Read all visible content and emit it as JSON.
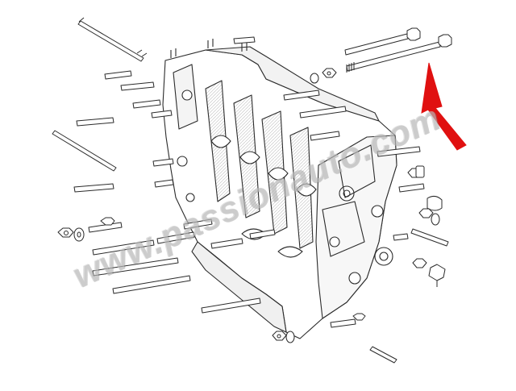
{
  "watermark": {
    "text": "www.passionauto.com"
  },
  "colors": {
    "line": "#2b2b2b",
    "fill": "#ffffff",
    "shade": "#e9e9e9",
    "arrow": "#e01010",
    "watermark": "#c8c8c8"
  },
  "diagram": {
    "subject": "engine-crankcase-exploded-view",
    "icons": [
      "crankcase",
      "stud-bolt",
      "long-through-bolt",
      "hex-nut",
      "washer",
      "plug",
      "sensor",
      "highlight-arrow"
    ]
  }
}
